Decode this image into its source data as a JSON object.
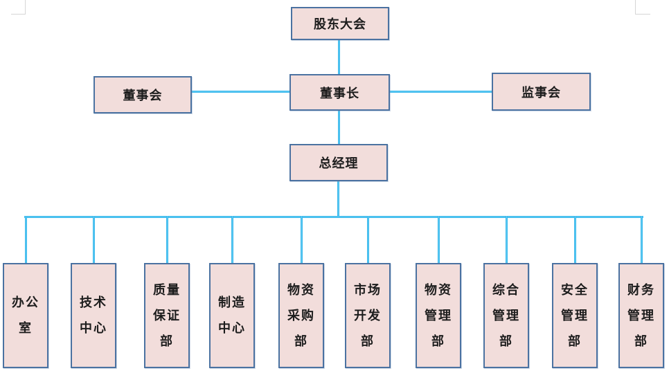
{
  "org_chart": {
    "nodes": {
      "shareholders_meeting": {
        "label": "股东大会"
      },
      "board_of_directors": {
        "label": "董事会"
      },
      "chairman": {
        "label": "董事长"
      },
      "supervisory_board": {
        "label": "监事会"
      },
      "general_manager": {
        "label": "总经理"
      }
    },
    "departments": [
      {
        "label": "办公室"
      },
      {
        "label": "技术中心"
      },
      {
        "label": "质量保证部"
      },
      {
        "label": "制造中心"
      },
      {
        "label": "物资采购部"
      },
      {
        "label": "市场开发部"
      },
      {
        "label": "物资管理部"
      },
      {
        "label": "综合管理部"
      },
      {
        "label": "安全管理部"
      },
      {
        "label": "财务管理部"
      }
    ],
    "colors": {
      "node_fill": "#f2dddb",
      "node_border": "#4b72a1",
      "connector": "#2eb8f0",
      "text": "#1c1c1c",
      "crop_mark": "#d6d6d6"
    }
  }
}
